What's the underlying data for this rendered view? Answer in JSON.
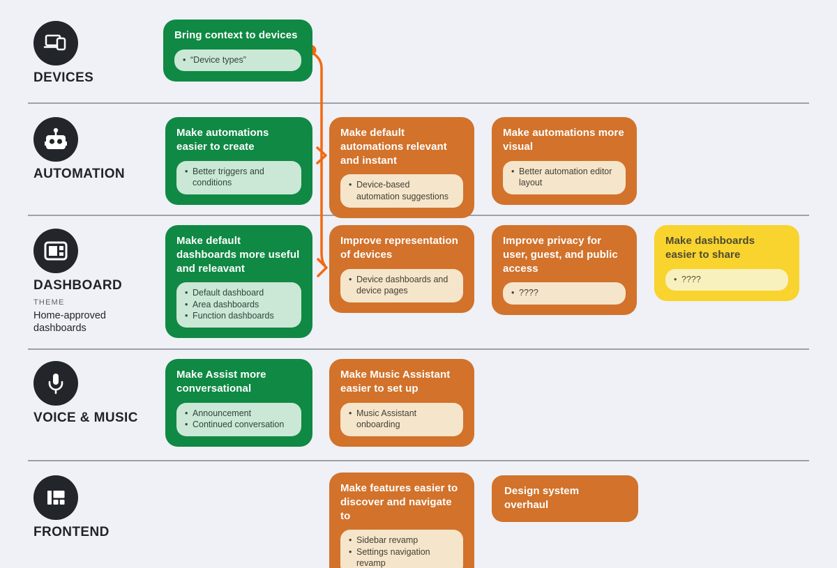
{
  "colors": {
    "background": "#eff1f6",
    "green_card": "#0f8943",
    "green_pill": "#cbe7d6",
    "orange_card": "#d2722b",
    "orange_pill": "#f5e5ca",
    "yellow_card": "#f9d32e",
    "yellow_pill": "#f8f1be",
    "icon_circle": "#22262b",
    "connector": "#f2690f",
    "divider": "#9ba1a9"
  },
  "rows": [
    {
      "id": "devices",
      "label": "DEVICES",
      "icon": "devices-icon",
      "cards": [
        {
          "color": "green",
          "title": "Bring context to devices",
          "bullets": [
            "“Device types”"
          ]
        }
      ]
    },
    {
      "id": "automation",
      "label": "AUTOMATION",
      "icon": "robot-icon",
      "cards": [
        {
          "color": "green",
          "title": "Make automations easier to create",
          "bullets": [
            "Better triggers and conditions"
          ]
        },
        {
          "color": "orange",
          "title": "Make default automations relevant and instant",
          "bullets": [
            "Device-based automation suggestions"
          ]
        },
        {
          "color": "orange",
          "title": "Make automations more visual",
          "bullets": [
            "Better automation editor layout"
          ]
        }
      ]
    },
    {
      "id": "dashboard",
      "label": "DASHBOARD",
      "icon": "dashboard-icon",
      "theme_label": "THEME",
      "theme_value": "Home-approved dashboards",
      "cards": [
        {
          "color": "green",
          "title": "Make default dashboards more useful and releavant",
          "bullets": [
            "Default dashboard",
            "Area dashboards",
            "Function dashboards"
          ]
        },
        {
          "color": "orange",
          "title": "Improve representation of devices",
          "bullets": [
            "Device dashboards and device pages"
          ]
        },
        {
          "color": "orange",
          "title": "Improve privacy for user, guest, and public access",
          "bullets": [
            "????"
          ]
        },
        {
          "color": "yellow",
          "title": "Make dashboards easier to share",
          "bullets": [
            "????"
          ]
        }
      ]
    },
    {
      "id": "voice-music",
      "label": "VOICE & MUSIC",
      "icon": "microphone-icon",
      "cards": [
        {
          "color": "green",
          "title": "Make Assist more conversational",
          "bullets": [
            "Announcement",
            "Continued conversation"
          ]
        },
        {
          "color": "orange",
          "title": "Make Music Assistant easier to set up",
          "bullets": [
            "Music Assistant onboarding"
          ]
        }
      ]
    },
    {
      "id": "frontend",
      "label": "FRONTEND",
      "icon": "frontend-icon",
      "cards": [
        {
          "color": "orange",
          "title": "Make features easier to discover and navigate to",
          "bullets": [
            "Sidebar revamp",
            "Settings navigation revamp"
          ]
        },
        {
          "color": "orange",
          "title": "Design system overhaul",
          "bullets": []
        }
      ]
    }
  ]
}
